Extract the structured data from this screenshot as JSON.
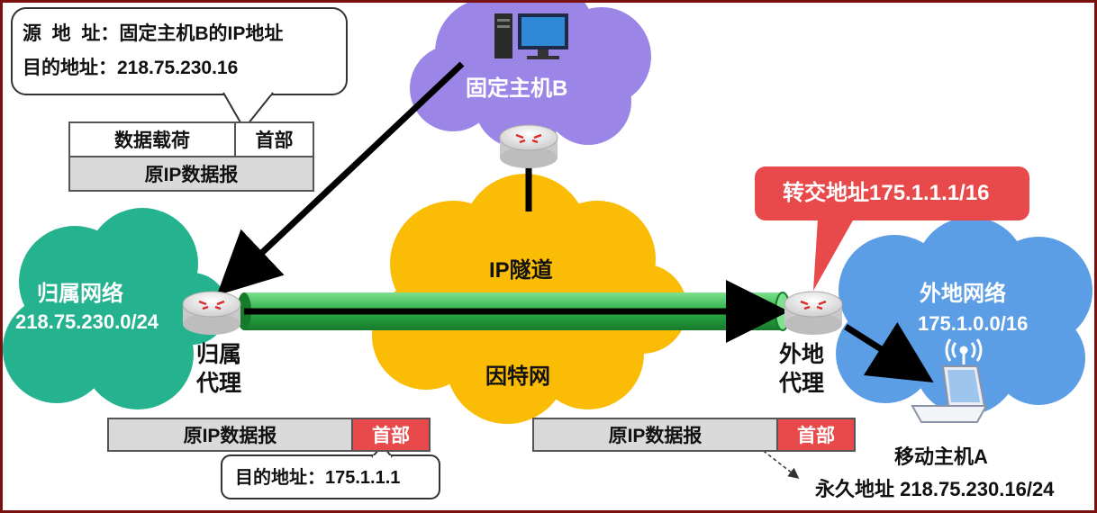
{
  "fixed_host": {
    "name": "固定主机B"
  },
  "home_network": {
    "name": "归属网络",
    "prefix": "218.75.230.0/24"
  },
  "home_agent": {
    "line1": "归属",
    "line2": "代理"
  },
  "foreign_network": {
    "name": "外地网络",
    "prefix": "175.1.0.0/16"
  },
  "foreign_agent": {
    "line1": "外地",
    "line2": "代理"
  },
  "internet": {
    "tunnel_label": "IP隧道",
    "name": "因特网"
  },
  "care_of_callout": {
    "text": "转交地址175.1.1.1/16"
  },
  "source_callout": {
    "line1_key": "源  地  址：",
    "line1_val": "固定主机B的IP地址",
    "line2_key": "目的地址：",
    "line2_val": "218.75.230.16"
  },
  "original_packet": {
    "payload": "数据载荷",
    "header": "首部",
    "datagram": "原IP数据报"
  },
  "encapsulated_left": {
    "datagram": "原IP数据报",
    "header": "首部"
  },
  "encapsulated_right": {
    "datagram": "原IP数据报",
    "header": "首部"
  },
  "dest_callout": {
    "key": "目的地址：",
    "val": "175.1.1.1"
  },
  "mobile_host": {
    "name": "移动主机A",
    "permanent_key": "永久地址",
    "permanent_val": "218.75.230.16/24"
  },
  "colors": {
    "purple_cloud": "#9b86e8",
    "green_cloud": "#25b38f",
    "yellow_cloud": "#fbbc05",
    "blue_cloud": "#5b9ee6",
    "tunnel": "#2fb24a",
    "callout_red": "#e8494a"
  }
}
